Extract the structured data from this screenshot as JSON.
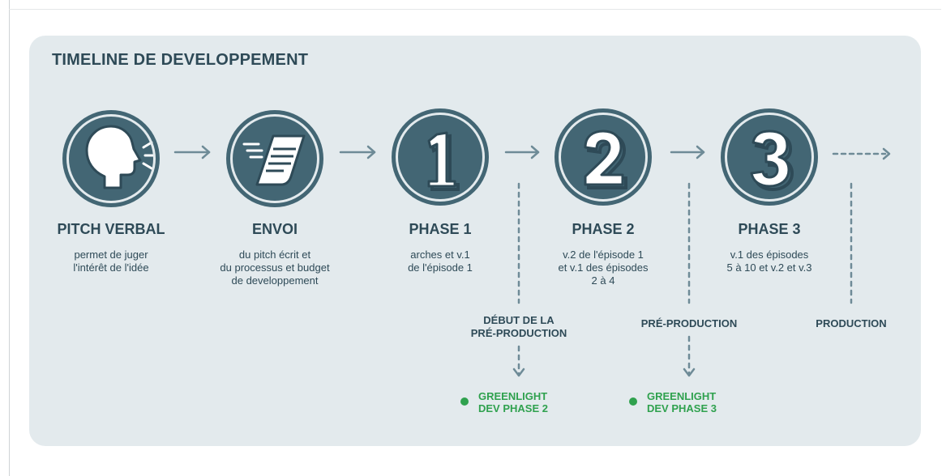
{
  "title": "TIMELINE DE DEVELOPPEMENT",
  "stages": [
    {
      "title": "PITCH VERBAL",
      "desc": [
        "permet de juger",
        "l'intérêt de l'idée"
      ],
      "icon": "speaking-head-icon"
    },
    {
      "title": "ENVOI",
      "desc": [
        "du pitch écrit et",
        "du processus et budget",
        "de developpement"
      ],
      "icon": "document-icon"
    },
    {
      "title": "PHASE 1",
      "desc": [
        "arches et v.1",
        "de l'épisode 1"
      ],
      "icon": "number-1-icon"
    },
    {
      "title": "PHASE 2",
      "desc": [
        "v.2 de l'épisode 1",
        "et v.1 des épisodes",
        "2 à 4"
      ],
      "icon": "number-2-icon"
    },
    {
      "title": "PHASE 3",
      "desc": [
        "v.1 des épisodes",
        "5 à 10 et v.2 et v.3"
      ],
      "icon": "number-3-icon"
    }
  ],
  "milestones": [
    {
      "label": [
        "DÉBUT DE LA",
        "PRÉ-PRODUCTION"
      ]
    },
    {
      "label": [
        "PRÉ-PRODUCTION"
      ]
    },
    {
      "label": [
        "PRODUCTION"
      ]
    }
  ],
  "greenlights": [
    {
      "label": [
        "GREENLIGHT",
        "DEV PHASE 2"
      ]
    },
    {
      "label": [
        "GREENLIGHT",
        "DEV PHASE 3"
      ]
    }
  ],
  "colors": {
    "panel": "#e3eaed",
    "circle": "#436674",
    "text": "#2e4a57",
    "green": "#2fa14e",
    "arrow": "#6e8b97"
  }
}
